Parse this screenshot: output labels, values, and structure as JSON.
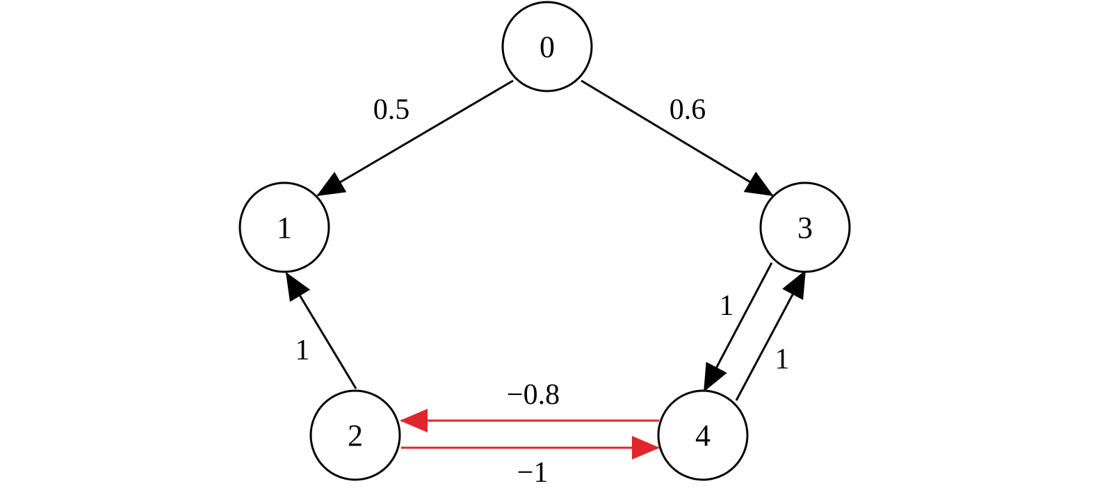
{
  "diagram": {
    "type": "directed-weighted-graph",
    "colors": {
      "positive_edge": "#000000",
      "negative_edge": "#e0262b",
      "node_stroke": "#000000",
      "node_fill": "#ffffff"
    },
    "nodes": [
      {
        "id": "0",
        "label": "0"
      },
      {
        "id": "1",
        "label": "1"
      },
      {
        "id": "2",
        "label": "2"
      },
      {
        "id": "3",
        "label": "3"
      },
      {
        "id": "4",
        "label": "4"
      }
    ],
    "edges": [
      {
        "from": "0",
        "to": "1",
        "weight": "0.5",
        "sign": "positive"
      },
      {
        "from": "0",
        "to": "3",
        "weight": "0.6",
        "sign": "positive"
      },
      {
        "from": "2",
        "to": "1",
        "weight": "1",
        "sign": "positive"
      },
      {
        "from": "3",
        "to": "4",
        "weight": "1",
        "sign": "positive"
      },
      {
        "from": "4",
        "to": "3",
        "weight": "1",
        "sign": "positive"
      },
      {
        "from": "4",
        "to": "2",
        "weight": "−0.8",
        "sign": "negative"
      },
      {
        "from": "2",
        "to": "4",
        "weight": "−1",
        "sign": "negative"
      }
    ]
  }
}
